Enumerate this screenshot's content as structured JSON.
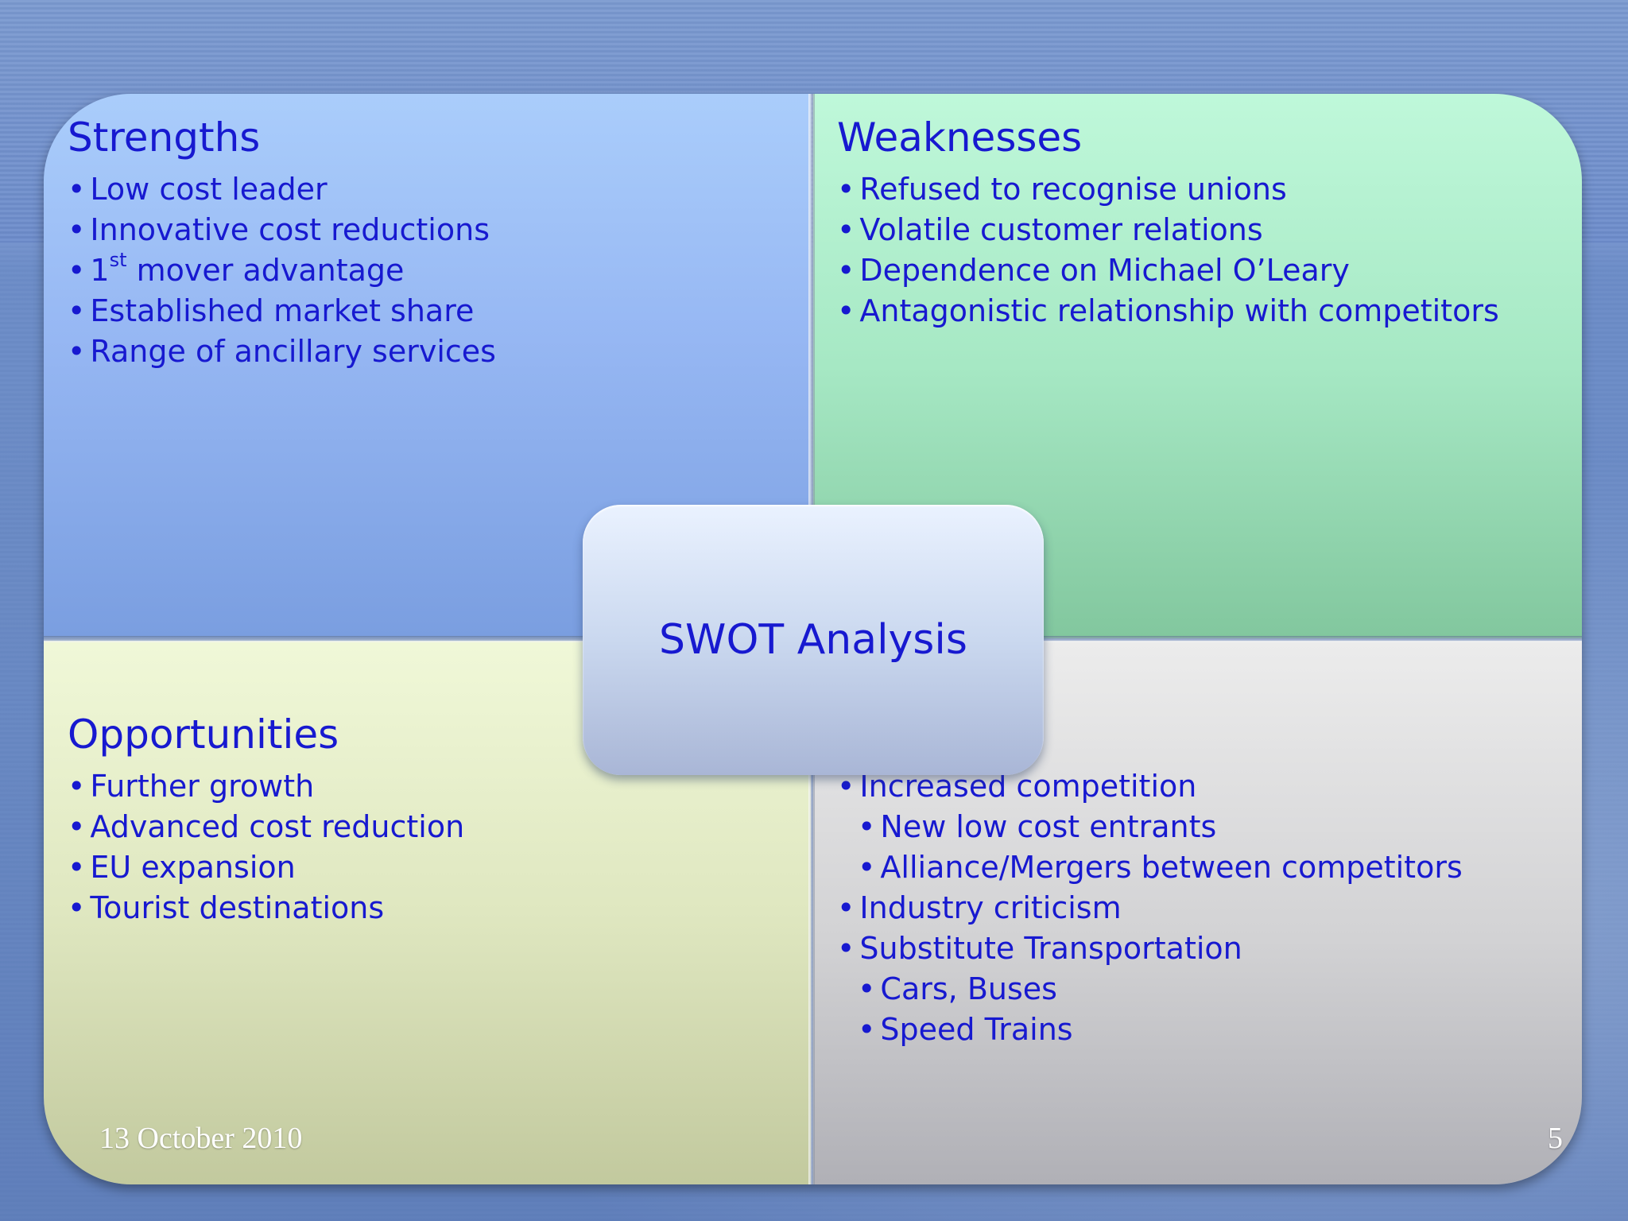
{
  "center_label": "SWOT Analysis",
  "strengths": {
    "title": "Strengths",
    "items": [
      "Low cost leader",
      "Innovative cost reductions",
      "1",
      "Established market share",
      "Range of ancillary services"
    ],
    "item3_sup": "st",
    "item3_rest": " mover advantage"
  },
  "weaknesses": {
    "title": "Weaknesses",
    "items": [
      "Refused to recognise unions",
      "Volatile customer relations",
      "Dependence on Michael O’Leary",
      "Antagonistic relationship with competitors"
    ]
  },
  "opportunities": {
    "title": "Opportunities",
    "items": [
      "Further growth",
      "Advanced cost reduction",
      "EU expansion",
      "Tourist destinations"
    ]
  },
  "threats": {
    "title": "Threats",
    "items": [
      "Increased competition",
      "New low cost entrants",
      "Alliance/Mergers between competitors",
      "Industry criticism",
      "Substitute Transportation",
      "Cars, Buses",
      "Speed Trains"
    ]
  },
  "footer": {
    "date": "13 October 2010",
    "page": "5"
  },
  "colors": {
    "text": "#1719d0",
    "strengths": "#96b7f3",
    "weaknesses": "#a6e8c4",
    "opportunities": "#dfe7c0",
    "threats": "#d2d2d4"
  }
}
